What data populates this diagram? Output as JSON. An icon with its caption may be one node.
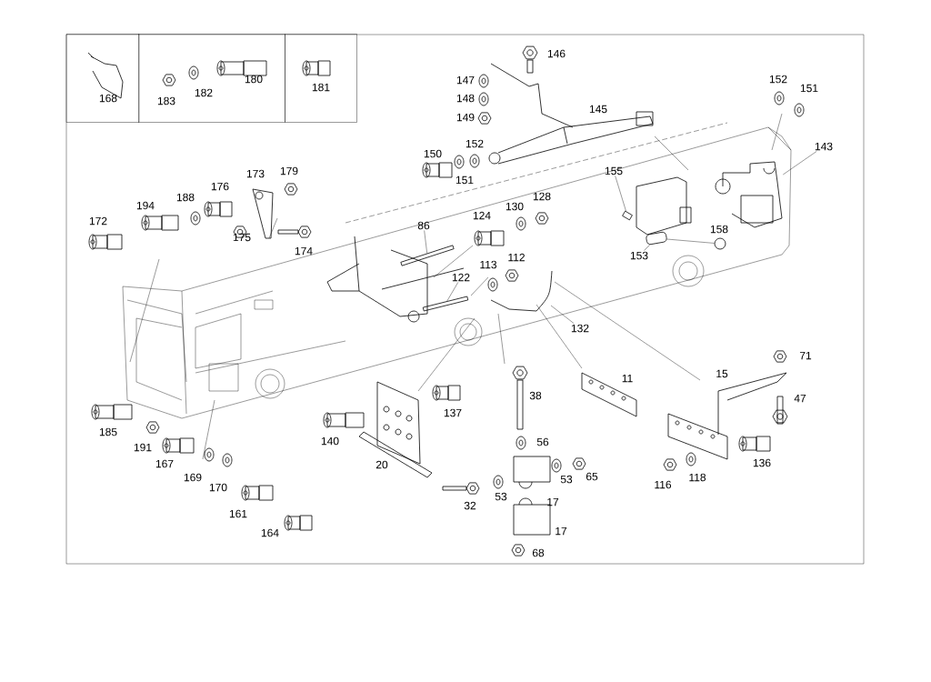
{
  "diagram": {
    "nodes": [
      {
        "text": [
          "168"
        ]
      },
      {
        "text": [
          "183",
          "182",
          "180"
        ]
      },
      {
        "text": [
          "181"
        ]
      },
      {
        "text": [
          "155"
        ]
      },
      {
        "text": [
          "143"
        ]
      },
      {
        "text": [
          "86"
        ]
      },
      {
        "text": [
          "153"
        ]
      },
      {
        "text": [
          "122"
        ]
      },
      {
        "text": [
          "132"
        ]
      },
      {
        "text": [],
        "shape": "bar"
      },
      {
        "text": [],
        "shape": "bar"
      },
      {
        "text": [],
        "shape": "cylinder"
      },
      {
        "text": [],
        "shape": "bar"
      },
      {
        "text": [],
        "shape": "circle"
      },
      {
        "text": [],
        "shape": "picture"
      }
    ],
    "edges": [
      {
        "from": 3,
        "to": 12,
        "arrow": "none"
      },
      {
        "from": 4,
        "to": 14,
        "arrow": "none"
      },
      {
        "from": 5,
        "to": 9,
        "arrow": "none"
      },
      {
        "from": 6,
        "to": 11,
        "arrow": "none"
      },
      {
        "from": 7,
        "to": 10,
        "arrow": "none"
      },
      {
        "from": 8,
        "to": null,
        "arrow": "none"
      },
      {
        "from": 11,
        "to": 13,
        "arrow": "none"
      }
    ],
    "labels": [
      "146",
      "147",
      "148",
      "149",
      "145",
      "152",
      "151",
      "150",
      "152",
      "151",
      "179",
      "173",
      "194",
      "188",
      "176",
      "128",
      "130",
      "124",
      "158",
      "172",
      "175",
      "174",
      "112",
      "113",
      "11",
      "15",
      "71",
      "38",
      "47",
      "137",
      "185",
      "140",
      "191",
      "56",
      "167",
      "136",
      "20",
      "53",
      "65",
      "169",
      "118",
      "116",
      "170",
      "53",
      "17",
      "32",
      "161",
      "17",
      "164",
      "68"
    ]
  }
}
